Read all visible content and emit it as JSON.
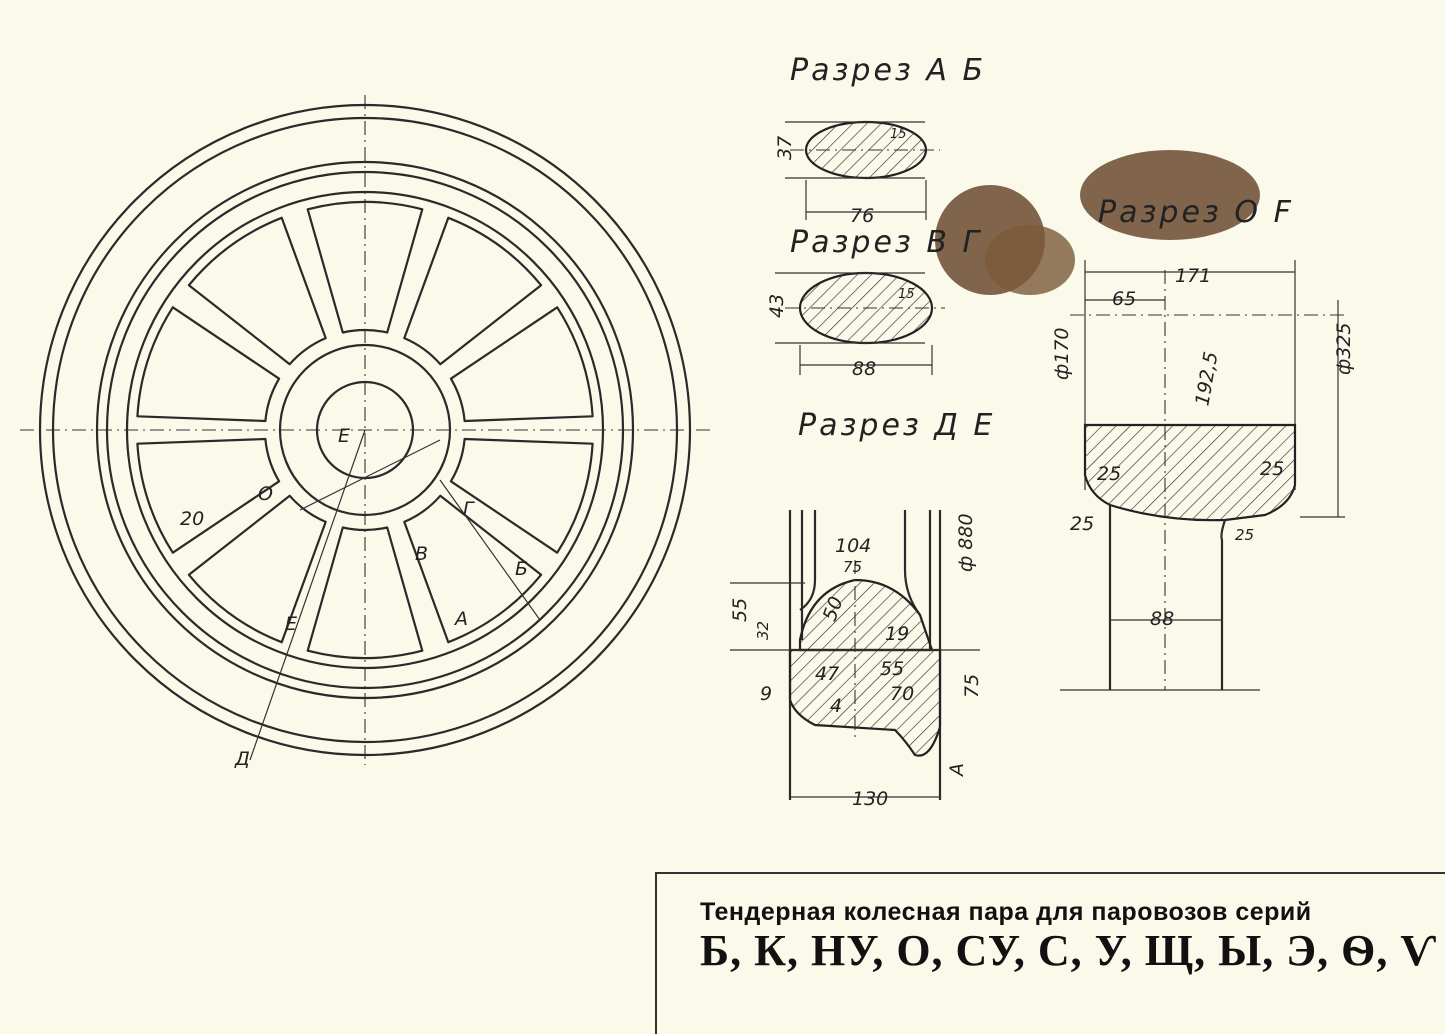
{
  "title": {
    "line1": "Тендерная колесная пара для паровозов серий",
    "line2": "Б, К, НУ, О, СУ, С, У, Щ, Ы, Э, Ѳ, Ѵ"
  },
  "sections": {
    "ab": {
      "label": "Разрез А Б",
      "dims": [
        "37",
        "15",
        "76"
      ]
    },
    "vg": {
      "label": "Разрез В Г",
      "dims": [
        "43",
        "15",
        "88"
      ]
    },
    "de": {
      "label": "Разрез Д Е",
      "dims": [
        "104",
        "75",
        "55",
        "32",
        "50",
        "19",
        "47",
        "55",
        "70",
        "4",
        "9",
        "75",
        "130",
        "ф 880",
        "А"
      ]
    },
    "of": {
      "label": "Разрез О F",
      "dims": [
        "171",
        "65",
        "ф170",
        "192,5",
        "ф325",
        "25",
        "25",
        "25",
        "25",
        "88"
      ]
    }
  },
  "wheel": {
    "letters": [
      "Е",
      "О",
      "20",
      "В",
      "Г",
      "Б",
      "А",
      "Е",
      "Д"
    ]
  },
  "colors": {
    "paper": "#fbf9ea",
    "ink": "#2a2a2a",
    "stain": "#6b4a30"
  }
}
